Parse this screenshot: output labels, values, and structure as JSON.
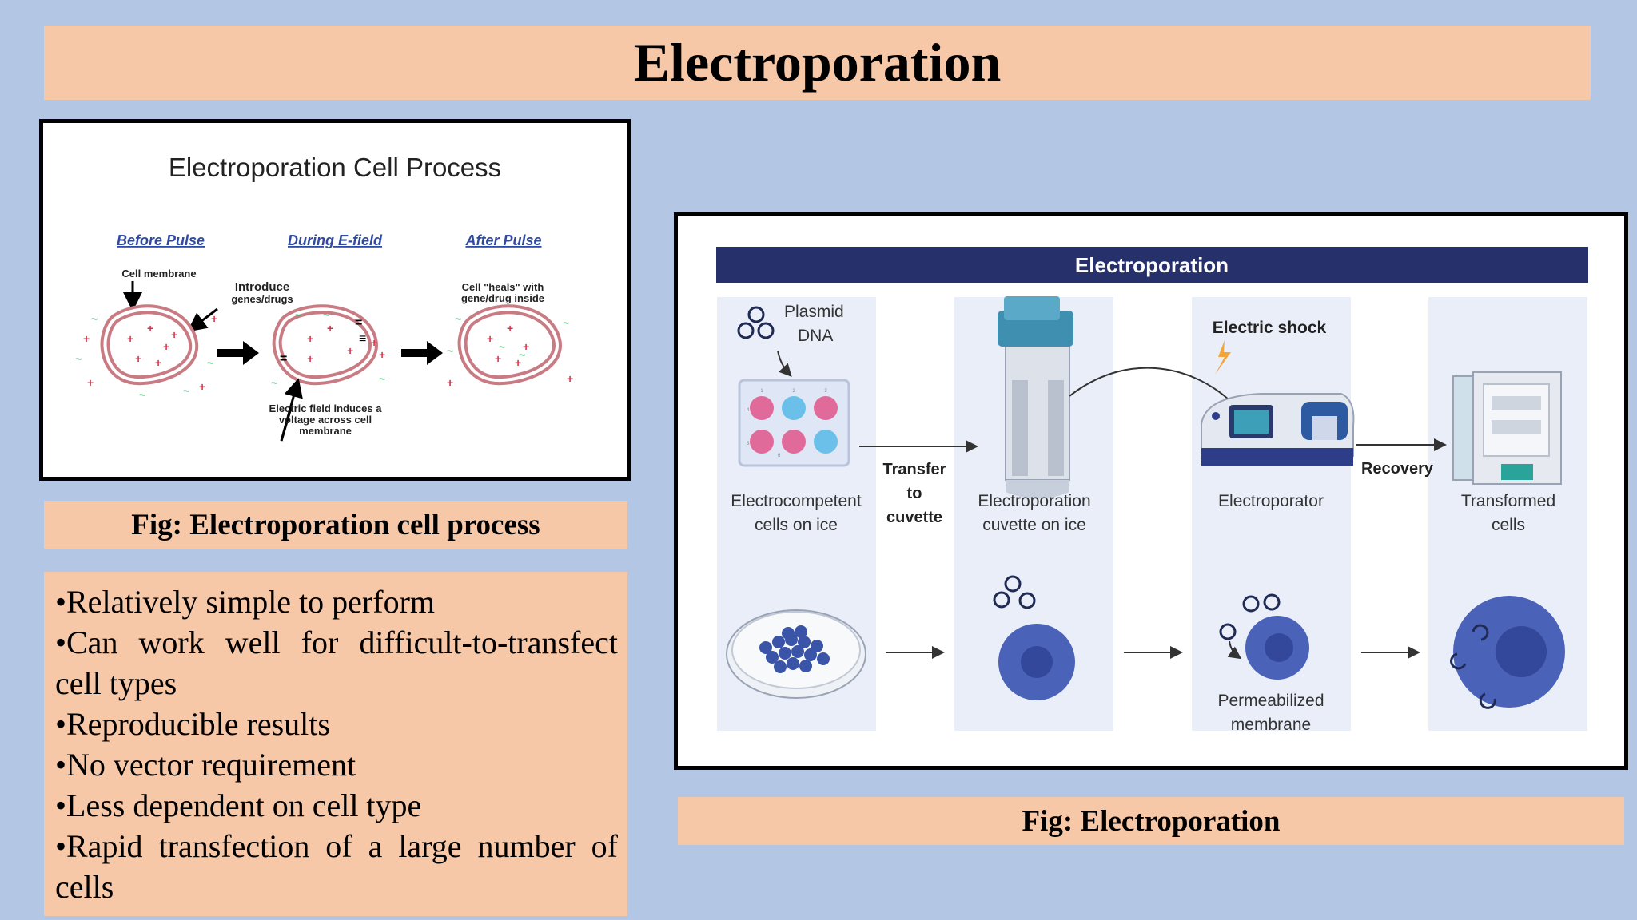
{
  "slide": {
    "title": "Electroporation"
  },
  "figure1": {
    "title": "Electroporation Cell Process",
    "stage_before": "Before Pulse",
    "stage_during": "During E-field",
    "stage_after": "After Pulse",
    "label_membrane": "Cell membrane",
    "label_introduce_1": "Introduce",
    "label_introduce_2": "genes/drugs",
    "label_heals_1": "Cell \"heals\" with",
    "label_heals_2": "gene/drug inside",
    "label_field_1": "Electric field induces a",
    "label_field_2": "voltage across cell",
    "label_field_3": "membrane",
    "caption": "Fig: Electroporation cell process"
  },
  "figure2": {
    "header": "Electroporation",
    "plasmid_1": "Plasmid",
    "plasmid_2": "DNA",
    "shock": "Electric shock",
    "transfer_1": "Transfer",
    "transfer_2": "to",
    "transfer_3": "cuvette",
    "recovery": "Recovery",
    "cells_1": "Electrocompetent",
    "cells_2": "cells on ice",
    "cuvette_1": "Electroporation",
    "cuvette_2": "cuvette on ice",
    "electroporator": "Electroporator",
    "transformed_1": "Transformed",
    "transformed_2": "cells",
    "perm_1": "Permeabilized",
    "perm_2": "membrane",
    "plate_labels": [
      "1",
      "2",
      "3",
      "4",
      "5",
      "6"
    ],
    "caption": "Fig: Electroporation"
  },
  "advantages": [
    "•Relatively simple to perform",
    "•Can work well for difficult-to-transfect cell types",
    "•Reproducible results",
    "•No vector requirement",
    "•Less dependent on cell type",
    "•Rapid transfection of a large number of cells"
  ],
  "colors": {
    "background": "#b3c7e4",
    "panel": "#f7c8a8",
    "header_navy": "#26306a",
    "cell_blue": "#4a63b8",
    "cell_pink": "#c97b84"
  }
}
